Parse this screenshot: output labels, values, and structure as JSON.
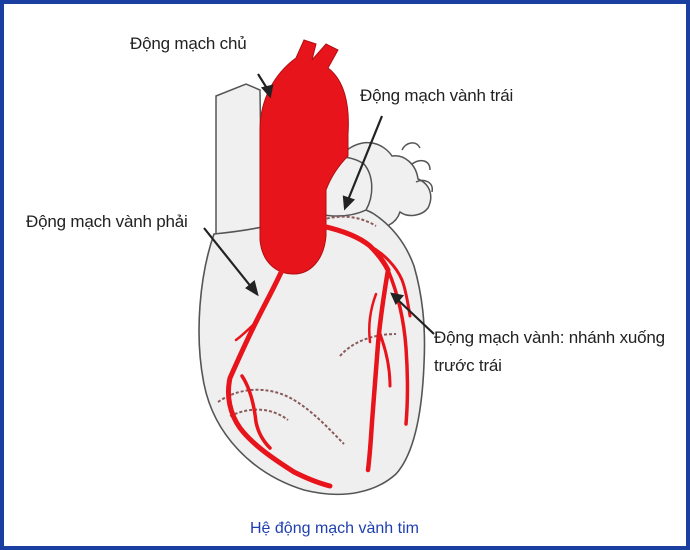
{
  "labels": {
    "aorta": "Động mạch chủ",
    "left_coronary": "Động mạch vành trái",
    "right_coronary": "Động mạch vành phải",
    "lad_line1": "Động mạch vành: nhánh xuống",
    "lad_line2": "trước trái"
  },
  "caption": "Hệ động mạch vành tim",
  "colors": {
    "frame": "#1a3fa0",
    "artery": "#e8141b",
    "heart_fill": "#f0f0f0",
    "outline": "#555555",
    "caption": "#1f3fb0"
  }
}
